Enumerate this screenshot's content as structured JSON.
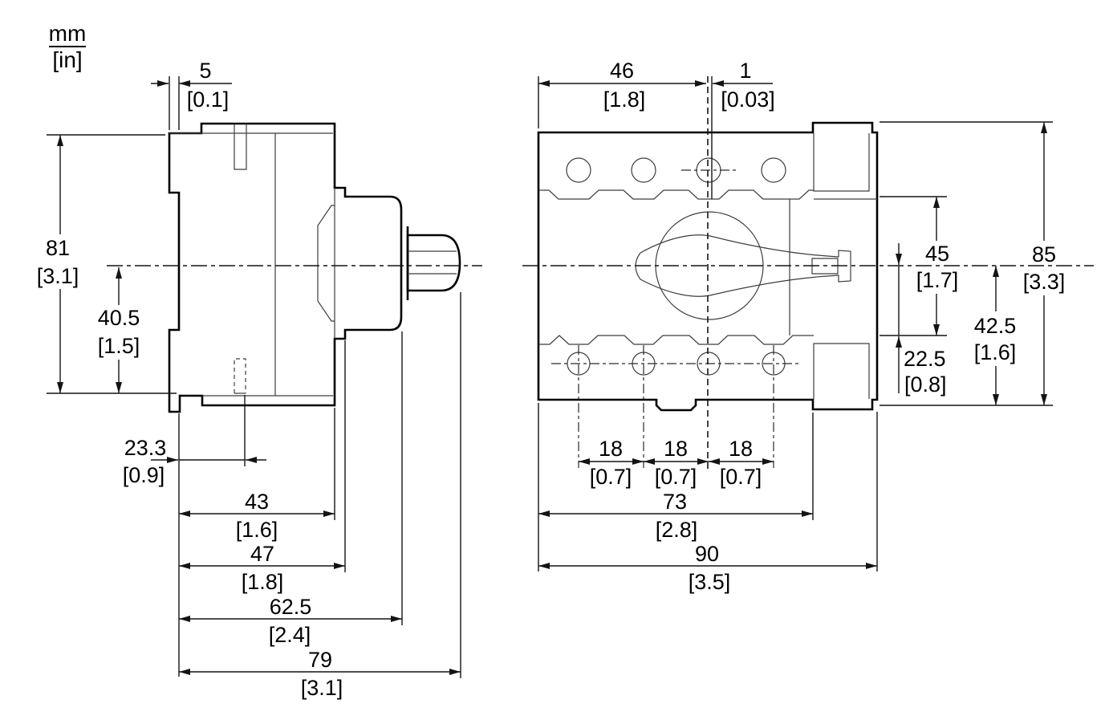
{
  "units_label": {
    "mm": "mm",
    "inches": "[in]"
  },
  "colors": {
    "background": "#ffffff",
    "body_fill": "#b2b2b2",
    "outline": "#000000",
    "inner_line": "#3d3d3d",
    "dimension_line": "#141414",
    "text": "#000000"
  },
  "side_view": {
    "dims": {
      "clip_offset": {
        "mm": "5",
        "in": "[0.1]"
      },
      "overall_height": {
        "mm": "81",
        "in": "[3.1]"
      },
      "centerline_to_bottom": {
        "mm": "40.5",
        "in": "[1.5]"
      },
      "slot_offset": {
        "mm": "23.3",
        "in": "[0.9]"
      },
      "body_depth": {
        "mm": "43",
        "in": "[1.6]"
      },
      "step_depth": {
        "mm": "47",
        "in": "[1.8]"
      },
      "housing_depth": {
        "mm": "62.5",
        "in": "[2.4]"
      },
      "overall_depth": {
        "mm": "79",
        "in": "[3.1]"
      }
    }
  },
  "front_view": {
    "dims": {
      "left_to_pole": {
        "mm": "46",
        "in": "[1.8]"
      },
      "pole_to_center": {
        "mm": "1",
        "in": "[0.03]"
      },
      "band_height": {
        "mm": "45",
        "in": "[1.7]"
      },
      "overall_height": {
        "mm": "85",
        "in": "[3.3]"
      },
      "centerline_to_bottom": {
        "mm": "42.5",
        "in": "[1.6]"
      },
      "centerline_to_band": {
        "mm": "22.5",
        "in": "[0.8]"
      },
      "pole_pitch_1": {
        "mm": "18",
        "in": "[0.7]"
      },
      "pole_pitch_2": {
        "mm": "18",
        "in": "[0.7]"
      },
      "pole_pitch_3": {
        "mm": "18",
        "in": "[0.7]"
      },
      "mounting_width": {
        "mm": "73",
        "in": "[2.8]"
      },
      "overall_width": {
        "mm": "90",
        "in": "[3.5]"
      }
    }
  }
}
